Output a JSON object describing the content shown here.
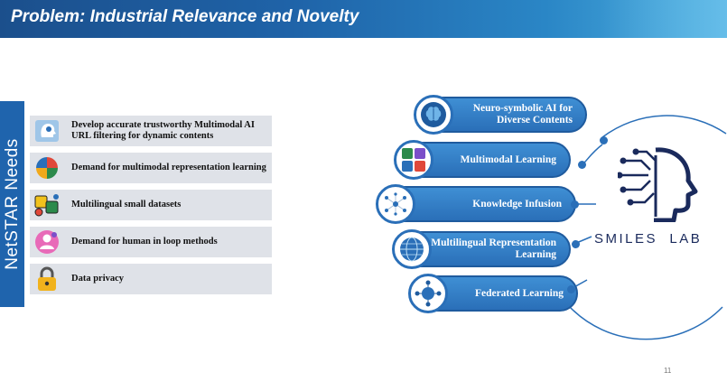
{
  "header": {
    "title": "Problem: Industrial Relevance and Novelty"
  },
  "sidebar": {
    "label": "NetSTAR Needs"
  },
  "needs": [
    {
      "text": "Develop accurate trustworthy Multimodal AI URL filtering for dynamic contents",
      "icon": "ai-head-icon"
    },
    {
      "text": "Demand for multimodal representation learning",
      "icon": "multimodal-icon"
    },
    {
      "text": "Multilingual small datasets",
      "icon": "multilingual-icon"
    },
    {
      "text": "Demand for human in loop methods",
      "icon": "human-loop-icon"
    },
    {
      "text": "Data privacy",
      "icon": "lock-icon"
    }
  ],
  "capabilities": [
    {
      "text": "Neuro-symbolic AI for Diverse Contents",
      "icon": "brain-icon"
    },
    {
      "text": "Multimodal Learning",
      "icon": "grid-icon"
    },
    {
      "text": "Knowledge Infusion",
      "icon": "network-icon"
    },
    {
      "text": "Multilingual Representation Learning",
      "icon": "globe-icon"
    },
    {
      "text": "Federated Learning",
      "icon": "federated-icon"
    }
  ],
  "lab": {
    "name": "SMILES  LAB",
    "logo_icon": "circuit-head-icon"
  },
  "footer": {
    "page_number": "11"
  },
  "colors": {
    "primary": "#1f64ad",
    "pill": "#2a6fb8",
    "item_bg": "#dfe2e8"
  }
}
